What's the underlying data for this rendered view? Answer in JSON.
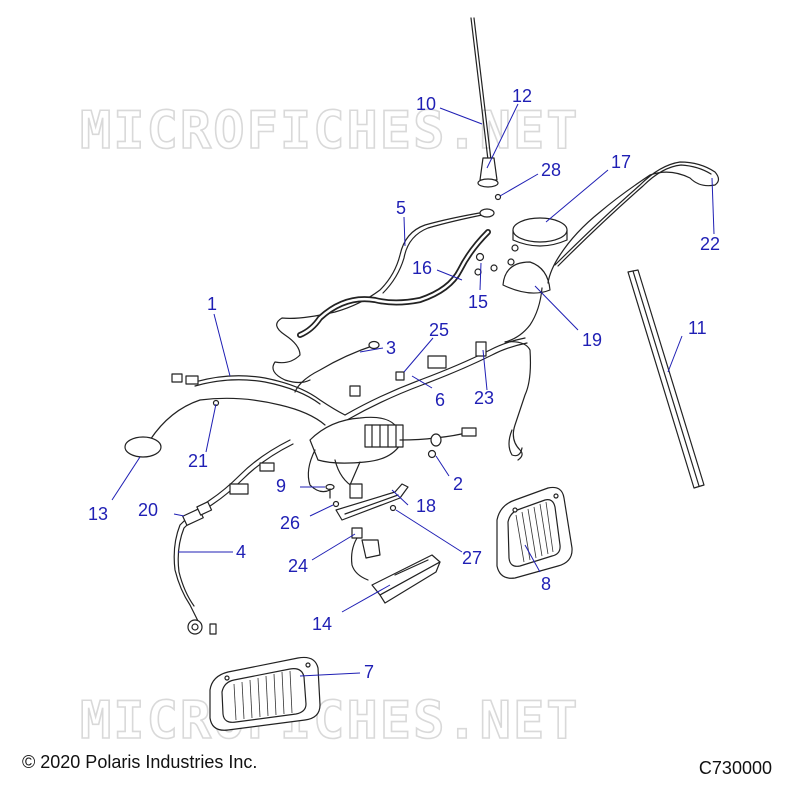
{
  "watermark": "MICROFICHES.NET",
  "copyright": "© 2020 Polaris Industries Inc.",
  "drawing_code": "C730000",
  "callouts": {
    "c1": "1",
    "c2": "2",
    "c3": "3",
    "c4": "4",
    "c5": "5",
    "c6": "6",
    "c7": "7",
    "c8": "8",
    "c9": "9",
    "c10": "10",
    "c11": "11",
    "c12": "12",
    "c13": "13",
    "c14": "14",
    "c15": "15",
    "c16": "16",
    "c17": "17",
    "c18": "18",
    "c19": "19",
    "c20": "20",
    "c21": "21",
    "c22": "22",
    "c23": "23",
    "c24": "24",
    "c25": "25",
    "c26": "26",
    "c27": "27",
    "c28": "28"
  },
  "colors": {
    "callout": "#1f1fb4",
    "line_art": "#222222",
    "watermark": "#d9d9d9"
  }
}
